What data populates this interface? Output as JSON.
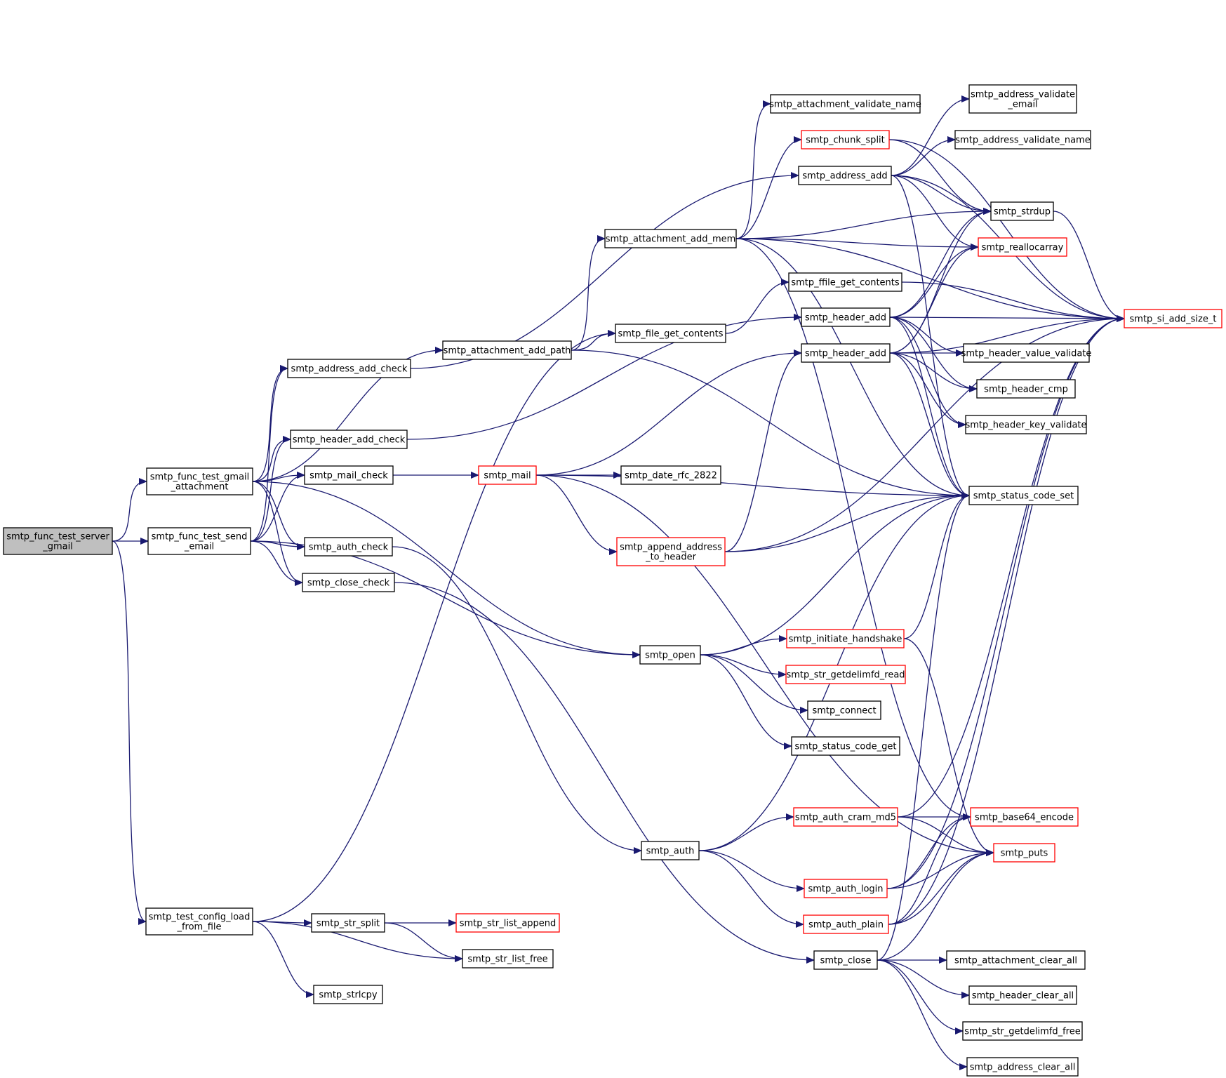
{
  "nodes": [
    {
      "id": "root",
      "lines": [
        "smtp_func_test_server",
        "_gmail"
      ],
      "style": "gray"
    },
    {
      "id": "gmail_attach",
      "lines": [
        "smtp_func_test_gmail",
        "_attachment"
      ],
      "style": "black"
    },
    {
      "id": "send_email",
      "lines": [
        "smtp_func_test_send",
        "_email"
      ],
      "style": "black"
    },
    {
      "id": "config_load",
      "lines": [
        "smtp_test_config_load",
        "_from_file"
      ],
      "style": "black"
    },
    {
      "id": "addr_add_check",
      "lines": [
        "smtp_address_add_check"
      ],
      "style": "black"
    },
    {
      "id": "hdr_add_check",
      "lines": [
        "smtp_header_add_check"
      ],
      "style": "black"
    },
    {
      "id": "mail_check",
      "lines": [
        "smtp_mail_check"
      ],
      "style": "black"
    },
    {
      "id": "auth_check",
      "lines": [
        "smtp_auth_check"
      ],
      "style": "black"
    },
    {
      "id": "close_check",
      "lines": [
        "smtp_close_check"
      ],
      "style": "black"
    },
    {
      "id": "str_split",
      "lines": [
        "smtp_str_split"
      ],
      "style": "black"
    },
    {
      "id": "strlcpy",
      "lines": [
        "smtp_strlcpy"
      ],
      "style": "black"
    },
    {
      "id": "attach_add_path",
      "lines": [
        "smtp_attachment_add_path"
      ],
      "style": "black"
    },
    {
      "id": "mail",
      "lines": [
        "smtp_mail"
      ],
      "style": "red"
    },
    {
      "id": "str_list_append",
      "lines": [
        "smtp_str_list_append"
      ],
      "style": "red"
    },
    {
      "id": "str_list_free",
      "lines": [
        "smtp_str_list_free"
      ],
      "style": "black"
    },
    {
      "id": "attach_add_mem",
      "lines": [
        "smtp_attachment_add_mem"
      ],
      "style": "black"
    },
    {
      "id": "file_get_contents",
      "lines": [
        "smtp_file_get_contents"
      ],
      "style": "black"
    },
    {
      "id": "date_rfc",
      "lines": [
        "smtp_date_rfc_2822"
      ],
      "style": "black"
    },
    {
      "id": "append_addr",
      "lines": [
        "smtp_append_address",
        "_to_header"
      ],
      "style": "red"
    },
    {
      "id": "open",
      "lines": [
        "smtp_open"
      ],
      "style": "black"
    },
    {
      "id": "auth",
      "lines": [
        "smtp_auth"
      ],
      "style": "black"
    },
    {
      "id": "attach_validate_name",
      "lines": [
        "smtp_attachment_validate_name"
      ],
      "style": "black"
    },
    {
      "id": "chunk_split",
      "lines": [
        "smtp_chunk_split"
      ],
      "style": "red"
    },
    {
      "id": "address_add",
      "lines": [
        "smtp_address_add"
      ],
      "style": "black"
    },
    {
      "id": "ffile_get_contents",
      "lines": [
        "smtp_ffile_get_contents"
      ],
      "style": "black"
    },
    {
      "id": "header_add_1",
      "lines": [
        "smtp_header_add"
      ],
      "style": "black"
    },
    {
      "id": "header_add_2",
      "lines": [
        "smtp_header_add"
      ],
      "style": "black"
    },
    {
      "id": "init_handshake",
      "lines": [
        "smtp_initiate_handshake"
      ],
      "style": "red"
    },
    {
      "id": "str_getdelimfd_read",
      "lines": [
        "smtp_str_getdelimfd_read"
      ],
      "style": "red"
    },
    {
      "id": "connect",
      "lines": [
        "smtp_connect"
      ],
      "style": "black"
    },
    {
      "id": "status_code_get",
      "lines": [
        "smtp_status_code_get"
      ],
      "style": "black"
    },
    {
      "id": "auth_cram",
      "lines": [
        "smtp_auth_cram_md5"
      ],
      "style": "red"
    },
    {
      "id": "auth_login",
      "lines": [
        "smtp_auth_login"
      ],
      "style": "red"
    },
    {
      "id": "auth_plain",
      "lines": [
        "smtp_auth_plain"
      ],
      "style": "red"
    },
    {
      "id": "close",
      "lines": [
        "smtp_close"
      ],
      "style": "black"
    },
    {
      "id": "addr_validate_email",
      "lines": [
        "smtp_address_validate",
        "_email"
      ],
      "style": "black"
    },
    {
      "id": "addr_validate_name",
      "lines": [
        "smtp_address_validate_name"
      ],
      "style": "black"
    },
    {
      "id": "strdup",
      "lines": [
        "smtp_strdup"
      ],
      "style": "black"
    },
    {
      "id": "reallocarray",
      "lines": [
        "smtp_reallocarray"
      ],
      "style": "red"
    },
    {
      "id": "header_value_validate",
      "lines": [
        "smtp_header_value_validate"
      ],
      "style": "black"
    },
    {
      "id": "header_cmp",
      "lines": [
        "smtp_header_cmp"
      ],
      "style": "black"
    },
    {
      "id": "header_key_validate",
      "lines": [
        "smtp_header_key_validate"
      ],
      "style": "black"
    },
    {
      "id": "status_code_set",
      "lines": [
        "smtp_status_code_set"
      ],
      "style": "black"
    },
    {
      "id": "base64_encode",
      "lines": [
        "smtp_base64_encode"
      ],
      "style": "red"
    },
    {
      "id": "puts",
      "lines": [
        "smtp_puts"
      ],
      "style": "red"
    },
    {
      "id": "attach_clear_all",
      "lines": [
        "smtp_attachment_clear_all"
      ],
      "style": "black"
    },
    {
      "id": "header_clear_all",
      "lines": [
        "smtp_header_clear_all"
      ],
      "style": "black"
    },
    {
      "id": "str_getdelimfd_free",
      "lines": [
        "smtp_str_getdelimfd_free"
      ],
      "style": "black"
    },
    {
      "id": "address_clear_all",
      "lines": [
        "smtp_address_clear_all"
      ],
      "style": "black"
    },
    {
      "id": "si_add_size_t",
      "lines": [
        "smtp_si_add_size_t"
      ],
      "style": "red"
    }
  ],
  "edges": [
    [
      "root",
      "gmail_attach"
    ],
    [
      "root",
      "send_email"
    ],
    [
      "root",
      "config_load"
    ],
    [
      "gmail_attach",
      "addr_add_check"
    ],
    [
      "gmail_attach",
      "attach_add_path"
    ],
    [
      "gmail_attach",
      "hdr_add_check"
    ],
    [
      "gmail_attach",
      "mail_check"
    ],
    [
      "gmail_attach",
      "auth_check"
    ],
    [
      "gmail_attach",
      "close_check"
    ],
    [
      "gmail_attach",
      "open"
    ],
    [
      "send_email",
      "addr_add_check"
    ],
    [
      "send_email",
      "hdr_add_check"
    ],
    [
      "send_email",
      "mail_check"
    ],
    [
      "send_email",
      "auth_check"
    ],
    [
      "send_email",
      "close_check"
    ],
    [
      "send_email",
      "open"
    ],
    [
      "config_load",
      "file_get_contents"
    ],
    [
      "config_load",
      "str_split"
    ],
    [
      "config_load",
      "str_list_free"
    ],
    [
      "config_load",
      "strlcpy"
    ],
    [
      "addr_add_check",
      "address_add"
    ],
    [
      "hdr_add_check",
      "header_add_1"
    ],
    [
      "mail_check",
      "mail"
    ],
    [
      "auth_check",
      "auth"
    ],
    [
      "close_check",
      "close"
    ],
    [
      "str_split",
      "str_list_append"
    ],
    [
      "str_split",
      "str_list_free"
    ],
    [
      "attach_add_path",
      "attach_add_mem"
    ],
    [
      "attach_add_path",
      "file_get_contents"
    ],
    [
      "attach_add_path",
      "status_code_set"
    ],
    [
      "mail",
      "header_add_2"
    ],
    [
      "mail",
      "date_rfc"
    ],
    [
      "mail",
      "status_code_set"
    ],
    [
      "mail",
      "append_addr"
    ],
    [
      "mail",
      "puts"
    ],
    [
      "append_addr",
      "header_add_2"
    ],
    [
      "append_addr",
      "status_code_set"
    ],
    [
      "append_addr",
      "si_add_size_t"
    ],
    [
      "file_get_contents",
      "ffile_get_contents"
    ],
    [
      "ffile_get_contents",
      "si_add_size_t"
    ],
    [
      "attach_add_mem",
      "attach_validate_name"
    ],
    [
      "attach_add_mem",
      "chunk_split"
    ],
    [
      "attach_add_mem",
      "strdup"
    ],
    [
      "attach_add_mem",
      "reallocarray"
    ],
    [
      "attach_add_mem",
      "si_add_size_t"
    ],
    [
      "attach_add_mem",
      "status_code_set"
    ],
    [
      "attach_add_mem",
      "base64_encode"
    ],
    [
      "chunk_split",
      "strdup"
    ],
    [
      "chunk_split",
      "si_add_size_t"
    ],
    [
      "address_add",
      "addr_validate_email"
    ],
    [
      "address_add",
      "addr_validate_name"
    ],
    [
      "address_add",
      "strdup"
    ],
    [
      "address_add",
      "reallocarray"
    ],
    [
      "address_add",
      "si_add_size_t"
    ],
    [
      "address_add",
      "status_code_set"
    ],
    [
      "header_add_1",
      "strdup"
    ],
    [
      "header_add_1",
      "reallocarray"
    ],
    [
      "header_add_1",
      "si_add_size_t"
    ],
    [
      "header_add_1",
      "header_value_validate"
    ],
    [
      "header_add_1",
      "header_cmp"
    ],
    [
      "header_add_1",
      "header_key_validate"
    ],
    [
      "header_add_1",
      "status_code_set"
    ],
    [
      "header_add_2",
      "strdup"
    ],
    [
      "header_add_2",
      "reallocarray"
    ],
    [
      "header_add_2",
      "si_add_size_t"
    ],
    [
      "header_add_2",
      "header_value_validate"
    ],
    [
      "header_add_2",
      "header_cmp"
    ],
    [
      "header_add_2",
      "header_key_validate"
    ],
    [
      "header_add_2",
      "status_code_set"
    ],
    [
      "strdup",
      "si_add_size_t"
    ],
    [
      "open",
      "status_code_set"
    ],
    [
      "open",
      "init_handshake"
    ],
    [
      "open",
      "str_getdelimfd_read"
    ],
    [
      "open",
      "connect"
    ],
    [
      "open",
      "status_code_get"
    ],
    [
      "init_handshake",
      "status_code_set"
    ],
    [
      "init_handshake",
      "puts"
    ],
    [
      "auth",
      "status_code_set"
    ],
    [
      "auth",
      "auth_cram"
    ],
    [
      "auth",
      "auth_login"
    ],
    [
      "auth",
      "auth_plain"
    ],
    [
      "auth_cram",
      "base64_encode"
    ],
    [
      "auth_cram",
      "puts"
    ],
    [
      "auth_cram",
      "si_add_size_t"
    ],
    [
      "auth_login",
      "base64_encode"
    ],
    [
      "auth_login",
      "puts"
    ],
    [
      "auth_login",
      "si_add_size_t"
    ],
    [
      "auth_plain",
      "base64_encode"
    ],
    [
      "auth_plain",
      "puts"
    ],
    [
      "auth_plain",
      "si_add_size_t"
    ],
    [
      "close",
      "status_code_set"
    ],
    [
      "close",
      "puts"
    ],
    [
      "close",
      "attach_clear_all"
    ],
    [
      "close",
      "header_clear_all"
    ],
    [
      "close",
      "str_getdelimfd_free"
    ],
    [
      "close",
      "address_clear_all"
    ]
  ]
}
